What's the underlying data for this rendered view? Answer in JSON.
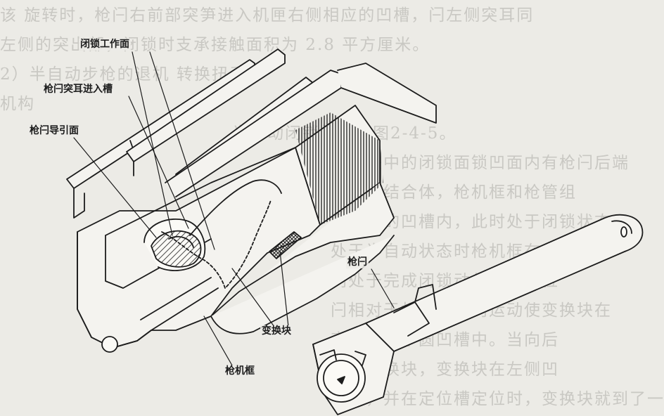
{
  "labels": {
    "locking_surface": "闭锁工作面",
    "lug_groove": "枪闩突耳进入槽",
    "guide_surface": "枪闩导引面",
    "bolt": "枪闩",
    "switch_block": "变换块",
    "bolt_carrier": "枪机框"
  },
  "background_text": [
    "该 旋转时，枪闩右前部突笋进入机匣右侧相应的凹槽，闩左侧突耳同",
    "左侧的突出部，闭锁时支承接触面积为 2.8 平方厘米。",
    "2）半自动步枪的退机 转换扭手",
    "机构",
    "半自动闭锁机构见图2-4-5。",
    "变换块中的闭锁面锁凹面内有枪闩后端",
    "机座的结合体，枪机框和枪管组",
    "闩后端的凹槽内，此时处于闭锁状态",
    "处于半自动状态时枪机框在复进",
    "闩处于完成闭锁动作前移到位",
    "闩相对于机匣的侧向运动使变换块在",
    "变换块上半圆凹槽中。当向后",
    "推动变换块，变换块在左侧凹",
    "闩入，并在定位槽定位时，变换块就到了一个"
  ],
  "colors": {
    "ink": "#1c1c1c",
    "paper": "#ecebe6",
    "bleed": "#c9c8c3"
  }
}
